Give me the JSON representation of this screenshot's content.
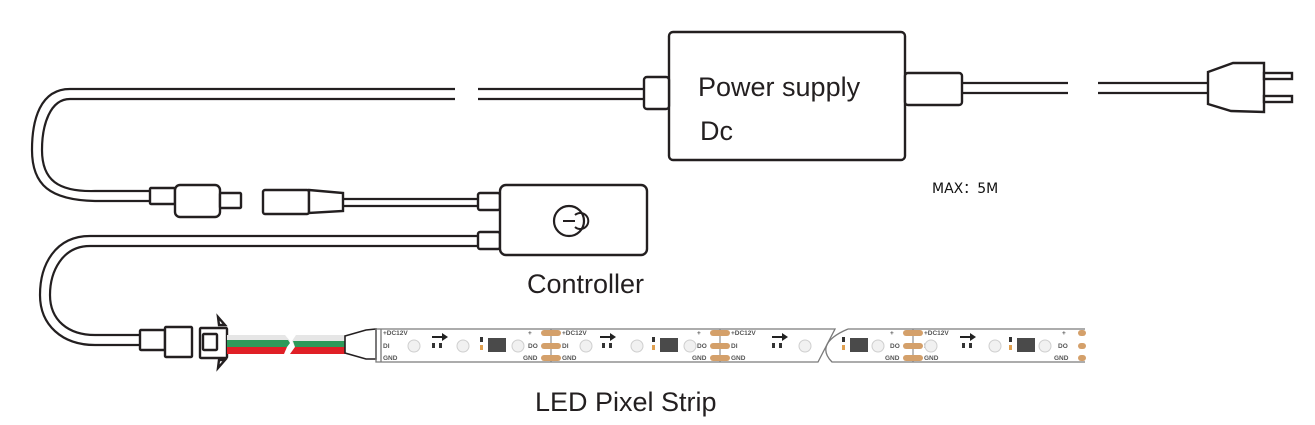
{
  "diagram": {
    "power_supply": {
      "line1": "Power supply",
      "line2": "Dc"
    },
    "max_length": "MAX：5M",
    "controller": {
      "label": "Controller",
      "button_icon": "power-button-icon"
    },
    "strip": {
      "label": "LED Pixel Strip",
      "pins_in": [
        "+DC12V",
        "DI",
        "GND"
      ],
      "pins_out": [
        "+",
        "DO",
        "GND"
      ],
      "voltage": "+DC12V",
      "wire_colors": {
        "white": "#e6e6e6",
        "green": "#2e9a5a",
        "red": "#e01f26"
      },
      "pad_color": "#d4a06a"
    }
  }
}
